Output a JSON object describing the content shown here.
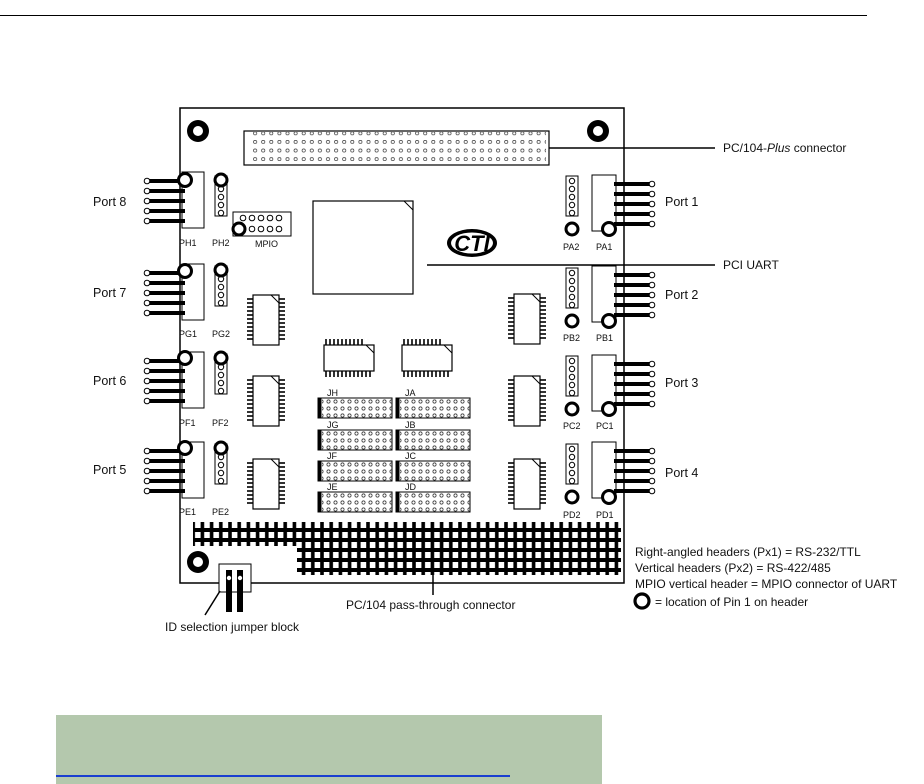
{
  "diagram": {
    "ports": {
      "port1": "Port 1",
      "port2": "Port 2",
      "port3": "Port 3",
      "port4": "Port 4",
      "port5": "Port 5",
      "port6": "Port 6",
      "port7": "Port 7",
      "port8": "Port 8"
    },
    "headers": {
      "pa1": "PA1",
      "pa2": "PA2",
      "pb1": "PB1",
      "pb2": "PB2",
      "pc1": "PC1",
      "pc2": "PC2",
      "pd1": "PD1",
      "pd2": "PD2",
      "pe1": "PE1",
      "pe2": "PE2",
      "pf1": "PF1",
      "pf2": "PF2",
      "pg1": "PG1",
      "pg2": "PG2",
      "ph1": "PH1",
      "ph2": "PH2",
      "mpio": "MPIO"
    },
    "jumpers": {
      "ja": "JA",
      "jb": "JB",
      "jc": "JC",
      "jd": "JD",
      "je": "JE",
      "jf": "JF",
      "jg": "JG",
      "jh": "JH"
    },
    "callouts": {
      "pc104_prefix": "PC/104-",
      "pc104_italic": "Plus",
      "pc104_suffix": " connector",
      "pci_uart": "PCI UART",
      "passthrough": "PC/104 pass-through connector",
      "id_jumper": "ID selection jumper block"
    },
    "legend": {
      "line1": "Right-angled headers (Px1) = RS-232/TTL",
      "line2": "Vertical headers (Px2) = RS-422/485",
      "line3": "MPIO vertical header = MPIO connector of UART",
      "line4": "= location of Pin 1 on header"
    },
    "logo_text": "CTI"
  }
}
